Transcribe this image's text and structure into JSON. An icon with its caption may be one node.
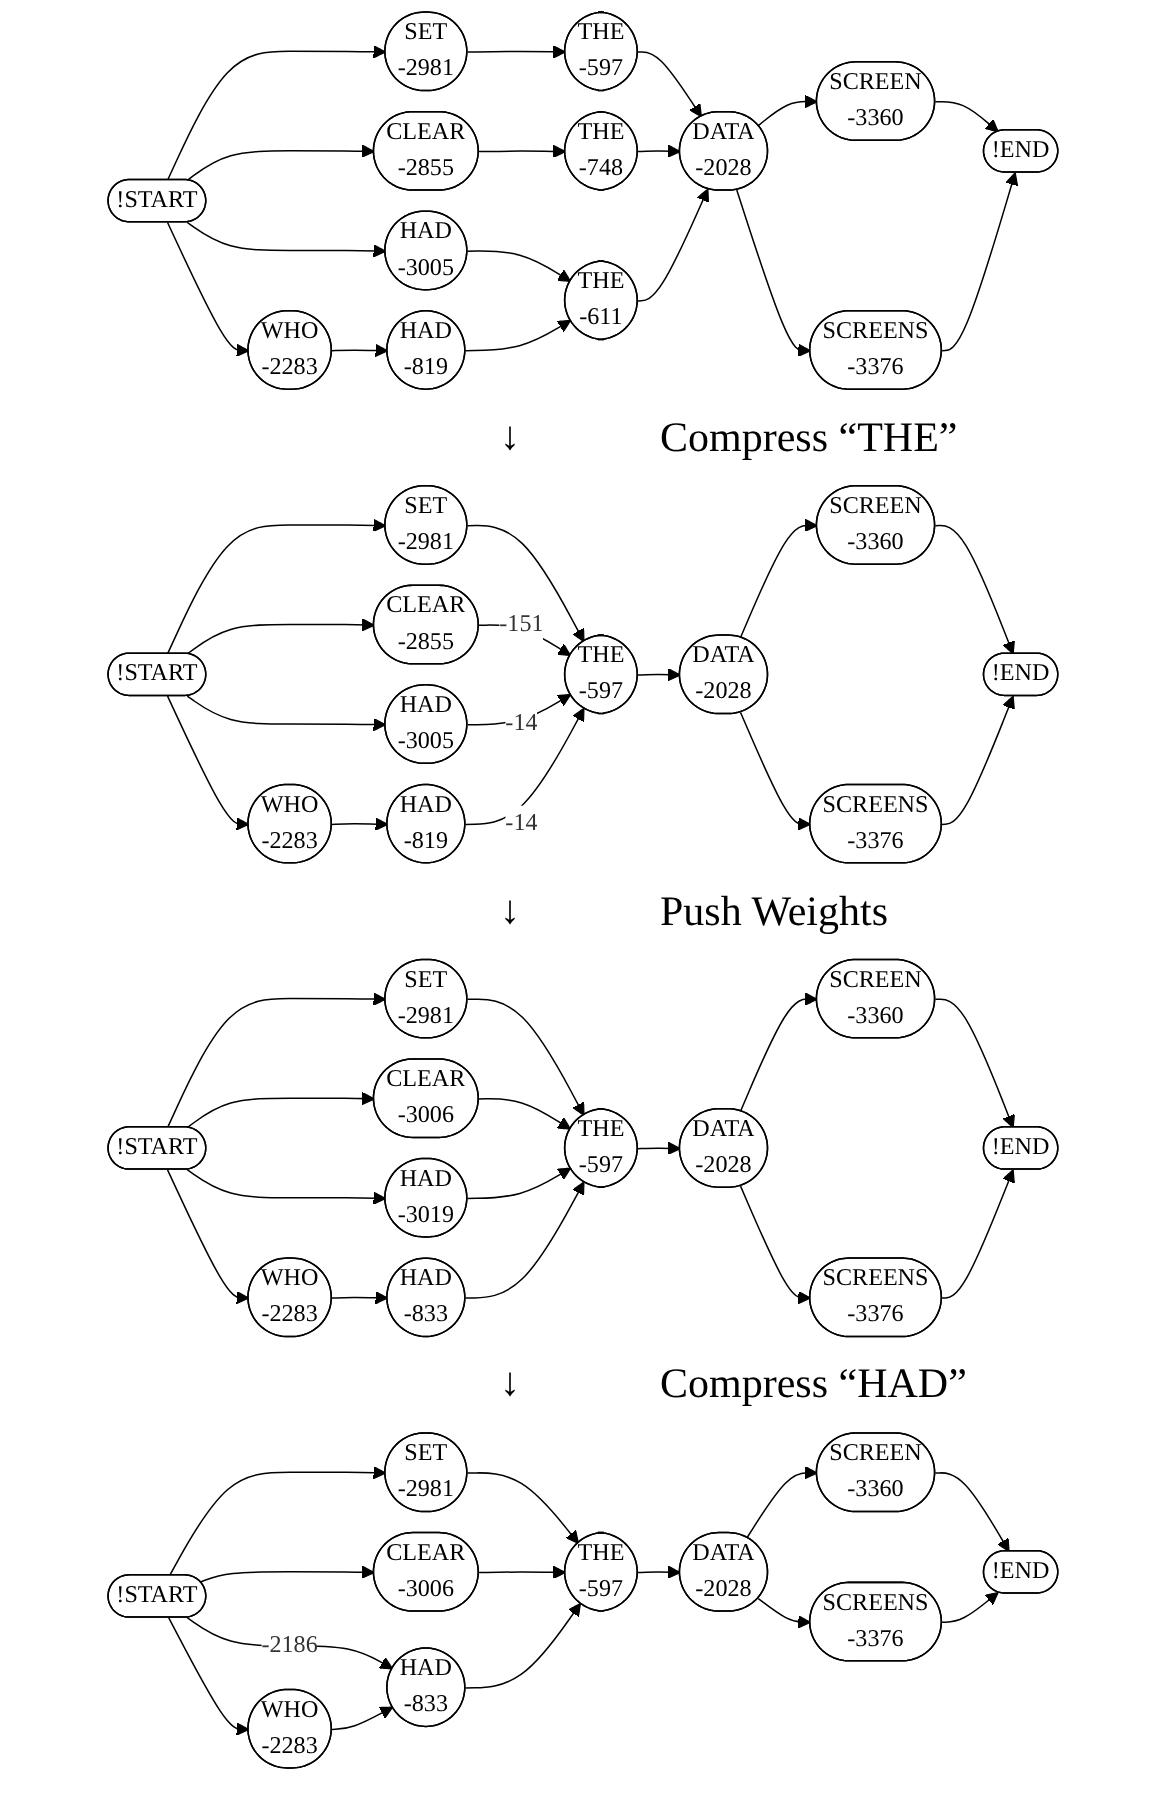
{
  "diagram": {
    "nodes": [
      {
        "text": [
          "!START"
        ]
      },
      {
        "text": [
          "SET",
          "-2981"
        ]
      },
      {
        "text": [
          "WHO",
          "-2283"
        ]
      },
      {
        "text": [
          "CLEAR",
          "-2855"
        ]
      },
      {
        "text": [
          "HAD",
          "-3005"
        ]
      },
      {
        "text": [
          "HAD",
          "-819"
        ]
      },
      {
        "text": [
          "THE",
          "-597"
        ]
      },
      {
        "text": [
          "THE",
          "-748"
        ]
      },
      {
        "text": [
          "THE",
          "-611"
        ]
      },
      {
        "text": [
          "DATA",
          "-2028"
        ]
      },
      {
        "text": [
          "SCREEN",
          "-3360"
        ]
      },
      {
        "text": [
          "SCREENS",
          "-3376"
        ]
      },
      {
        "text": [
          "!END"
        ]
      },
      {
        "text": [
          "!START"
        ]
      },
      {
        "text": [
          "SET",
          "-2981"
        ]
      },
      {
        "text": [
          "WHO",
          "-2283"
        ]
      },
      {
        "text": [
          "CLEAR",
          "-2855"
        ]
      },
      {
        "text": [
          "HAD",
          "-3005"
        ]
      },
      {
        "text": [
          "HAD",
          "-819"
        ]
      },
      {
        "text": [
          "THE",
          "-597"
        ]
      },
      {
        "text": [
          "DATA",
          "-2028"
        ]
      },
      {
        "text": [
          "SCREEN",
          "-3360"
        ]
      },
      {
        "text": [
          "SCREENS",
          "-3376"
        ]
      },
      {
        "text": [
          "!END"
        ]
      },
      {
        "text": [
          "!START"
        ]
      },
      {
        "text": [
          "SET",
          "-2981"
        ]
      },
      {
        "text": [
          "CLEAR",
          "-3006"
        ]
      },
      {
        "text": [
          "HAD",
          "-3019"
        ]
      },
      {
        "text": [
          "WHO",
          "-2283"
        ]
      },
      {
        "text": [
          "HAD",
          "-833"
        ]
      },
      {
        "text": [
          "THE",
          "-597"
        ]
      },
      {
        "text": [
          "DATA",
          "-2028"
        ]
      },
      {
        "text": [
          "SCREEN",
          "-3360"
        ]
      },
      {
        "text": [
          "SCREENS",
          "-3376"
        ]
      },
      {
        "text": [
          "!END"
        ]
      },
      {
        "text": [
          "!START"
        ]
      },
      {
        "text": [
          "SET",
          "-2981"
        ]
      },
      {
        "text": [
          "CLEAR",
          "-3006"
        ]
      },
      {
        "text": [
          "WHO",
          "-2283"
        ]
      },
      {
        "text": [
          "HAD",
          "-833"
        ]
      },
      {
        "text": [
          "THE",
          "-597"
        ]
      },
      {
        "text": [
          "DATA",
          "-2028"
        ]
      },
      {
        "text": [
          "SCREEN",
          "-3360"
        ]
      },
      {
        "text": [
          "SCREENS",
          "-3376"
        ]
      },
      {
        "text": [
          "!END"
        ]
      }
    ],
    "edges": [
      {
        "from": 0,
        "to": 1,
        "arrow": "to"
      },
      {
        "from": 0,
        "to": 3,
        "arrow": "to"
      },
      {
        "from": 0,
        "to": 4,
        "arrow": "to"
      },
      {
        "from": 0,
        "to": 2,
        "arrow": "to"
      },
      {
        "from": 1,
        "to": 6,
        "arrow": "to"
      },
      {
        "from": 3,
        "to": 7,
        "arrow": "to"
      },
      {
        "from": 4,
        "to": 8,
        "arrow": "to"
      },
      {
        "from": 2,
        "to": 5,
        "arrow": "to"
      },
      {
        "from": 5,
        "to": 8,
        "arrow": "to"
      },
      {
        "from": 6,
        "to": 9,
        "arrow": "to"
      },
      {
        "from": 7,
        "to": 9,
        "arrow": "to"
      },
      {
        "from": 8,
        "to": 9,
        "arrow": "to"
      },
      {
        "from": 9,
        "to": 10,
        "arrow": "to"
      },
      {
        "from": 9,
        "to": 11,
        "arrow": "to"
      },
      {
        "from": 10,
        "to": 12,
        "arrow": "to"
      },
      {
        "from": 11,
        "to": 12,
        "arrow": "to"
      },
      {
        "from": 13,
        "to": 14,
        "arrow": "to"
      },
      {
        "from": 13,
        "to": 16,
        "arrow": "to"
      },
      {
        "from": 13,
        "to": 17,
        "arrow": "to"
      },
      {
        "from": 13,
        "to": 15,
        "arrow": "to"
      },
      {
        "from": 14,
        "to": 19,
        "arrow": "to"
      },
      {
        "from": 16,
        "to": 19,
        "label": "-151",
        "arrow": "to"
      },
      {
        "from": 17,
        "to": 19,
        "label": "-14",
        "arrow": "to"
      },
      {
        "from": 15,
        "to": 18,
        "arrow": "to"
      },
      {
        "from": 18,
        "to": 19,
        "label": "-14",
        "arrow": "to"
      },
      {
        "from": 19,
        "to": 20,
        "arrow": "to"
      },
      {
        "from": 20,
        "to": 21,
        "arrow": "to"
      },
      {
        "from": 20,
        "to": 22,
        "arrow": "to"
      },
      {
        "from": 21,
        "to": 23,
        "arrow": "to"
      },
      {
        "from": 22,
        "to": 23,
        "arrow": "to"
      },
      {
        "from": 24,
        "to": 25,
        "arrow": "to"
      },
      {
        "from": 24,
        "to": 26,
        "arrow": "to"
      },
      {
        "from": 24,
        "to": 27,
        "arrow": "to"
      },
      {
        "from": 24,
        "to": 28,
        "arrow": "to"
      },
      {
        "from": 25,
        "to": 30,
        "arrow": "to"
      },
      {
        "from": 26,
        "to": 30,
        "arrow": "to"
      },
      {
        "from": 27,
        "to": 30,
        "arrow": "to"
      },
      {
        "from": 28,
        "to": 29,
        "arrow": "to"
      },
      {
        "from": 29,
        "to": 30,
        "arrow": "to"
      },
      {
        "from": 30,
        "to": 31,
        "arrow": "to"
      },
      {
        "from": 31,
        "to": 32,
        "arrow": "to"
      },
      {
        "from": 31,
        "to": 33,
        "arrow": "to"
      },
      {
        "from": 32,
        "to": 34,
        "arrow": "to"
      },
      {
        "from": 33,
        "to": 34,
        "arrow": "to"
      },
      {
        "from": 35,
        "to": 36,
        "arrow": "to"
      },
      {
        "from": 35,
        "to": 37,
        "arrow": "to"
      },
      {
        "from": 35,
        "to": 39,
        "label": "-2186",
        "arrow": "to"
      },
      {
        "from": 35,
        "to": 38,
        "arrow": "to"
      },
      {
        "from": 36,
        "to": 40,
        "arrow": "to"
      },
      {
        "from": 37,
        "to": 40,
        "arrow": "to"
      },
      {
        "from": 38,
        "to": 39,
        "arrow": "to"
      },
      {
        "from": 39,
        "to": 40,
        "arrow": "to"
      },
      {
        "from": 40,
        "to": 41,
        "arrow": "to"
      },
      {
        "from": 41,
        "to": 42,
        "arrow": "to"
      },
      {
        "from": 41,
        "to": 43,
        "arrow": "to"
      },
      {
        "from": 42,
        "to": 44,
        "arrow": "to"
      },
      {
        "from": 43,
        "to": 44,
        "arrow": "to"
      }
    ],
    "labels": [
      "↓",
      "Compress “THE”",
      "↓",
      "Push Weights",
      "↓",
      "Compress “HAD”"
    ]
  }
}
